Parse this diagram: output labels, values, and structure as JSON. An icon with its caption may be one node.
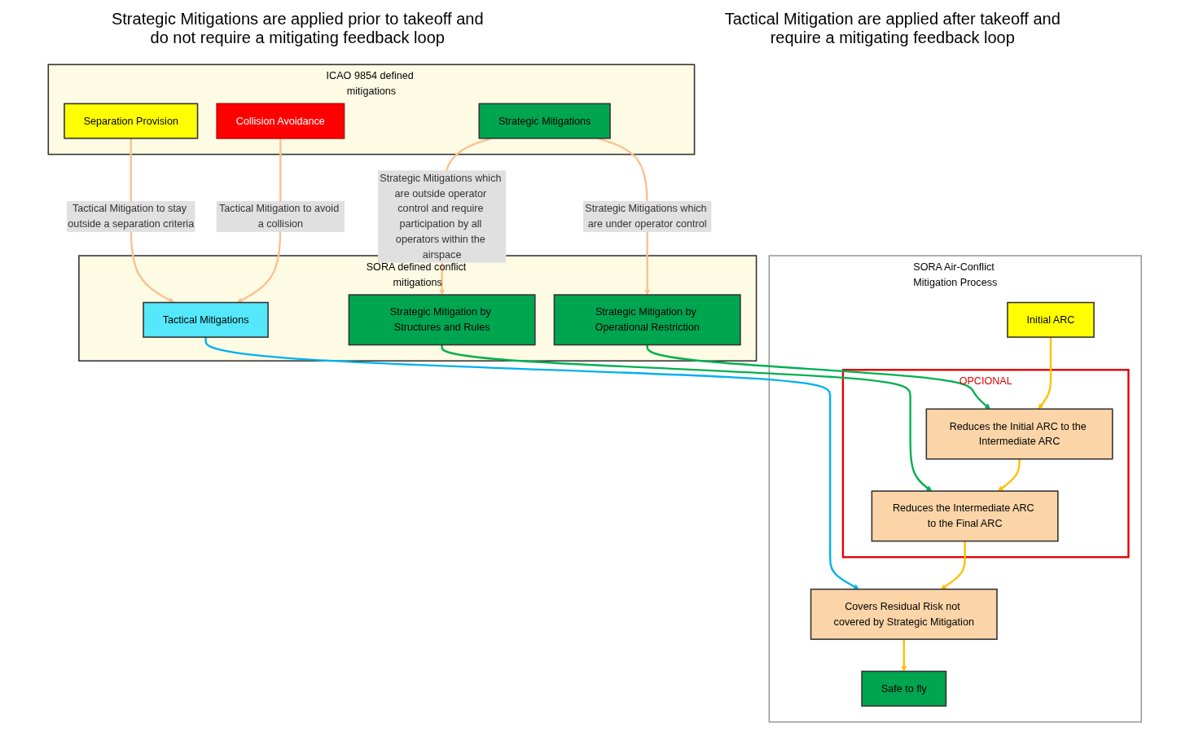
{
  "diagram": {
    "nodes": [
      {
        "text": [
          "ICAO 9854 defined mitigations"
        ]
      },
      {
        "text": [
          "Strategic Mitigations"
        ],
        "in": 0
      },
      {
        "text": [
          "Separation Provision"
        ],
        "in": 0
      },
      {
        "text": [
          "Collision Avoidance"
        ],
        "in": 0
      },
      {
        "text": [
          "SORA defined conflict mitigations"
        ]
      },
      {
        "text": [
          "Strategic Mitigation by Operational Restriction"
        ],
        "in": 4
      },
      {
        "text": [
          "Strategic Mitigation by Structures and Rules"
        ],
        "in": 4
      },
      {
        "text": [
          "Tactical Mitigations"
        ],
        "in": 4
      },
      {
        "text": [
          "SORA Air-Conflict Mitigation Process"
        ]
      },
      {
        "text": [
          "Initial ARC"
        ],
        "in": 8
      },
      {
        "text": [
          "OPCIONAL"
        ],
        "in": 8
      },
      {
        "text": [
          "Reduces the Initial ARC to the Intermediate ARC"
        ],
        "in": 10
      },
      {
        "text": [
          "Reduces the Intermediate ARC to the Final ARC"
        ],
        "in": 10
      },
      {
        "text": [
          "Covers Residual Risk not covered by Strategic Mitigation"
        ],
        "in": 8
      },
      {
        "text": [
          "Safe to fly"
        ],
        "in": 8
      }
    ],
    "edges": [
      {
        "from": 1,
        "to": 5,
        "arrow": "to",
        "label": "Strategic Mitigations which are under operator control",
        "color": "#fac090"
      },
      {
        "from": 1,
        "to": 6,
        "arrow": "to",
        "label": "Strategic Mitigations which are outside operator control and require participation by all operators within the airspace",
        "color": "#fac090"
      },
      {
        "from": 2,
        "to": 7,
        "arrow": "to",
        "label": "Tactical Mitigation to stay outside a separation criteria",
        "color": "#fac090"
      },
      {
        "from": 3,
        "to": 7,
        "arrow": "to",
        "label": "Tactical Mitigation to avoid a collision",
        "color": "#fac090"
      },
      {
        "from": 5,
        "to": 11,
        "arrow": "to",
        "color": "#00b050"
      },
      {
        "from": 6,
        "to": 12,
        "arrow": "to",
        "color": "#00b050"
      },
      {
        "from": 7,
        "to": 13,
        "arrow": "to",
        "color": "#00b0f0"
      },
      {
        "from": 9,
        "to": 11,
        "arrow": "to",
        "color": "#ffc000"
      },
      {
        "from": 11,
        "to": 12,
        "arrow": "to",
        "color": "#ffc000"
      },
      {
        "from": 12,
        "to": 13,
        "arrow": "to",
        "color": "#ffc000"
      },
      {
        "from": 13,
        "to": 14,
        "arrow": "to",
        "color": "#ffc000"
      }
    ],
    "labels": [
      "Strategic Mitigations are applied prior to takeoff and do not require a mitigating feedback loop",
      "Tactical Mitigation are applied after takeoff and require a mitigating feedback loop"
    ]
  }
}
